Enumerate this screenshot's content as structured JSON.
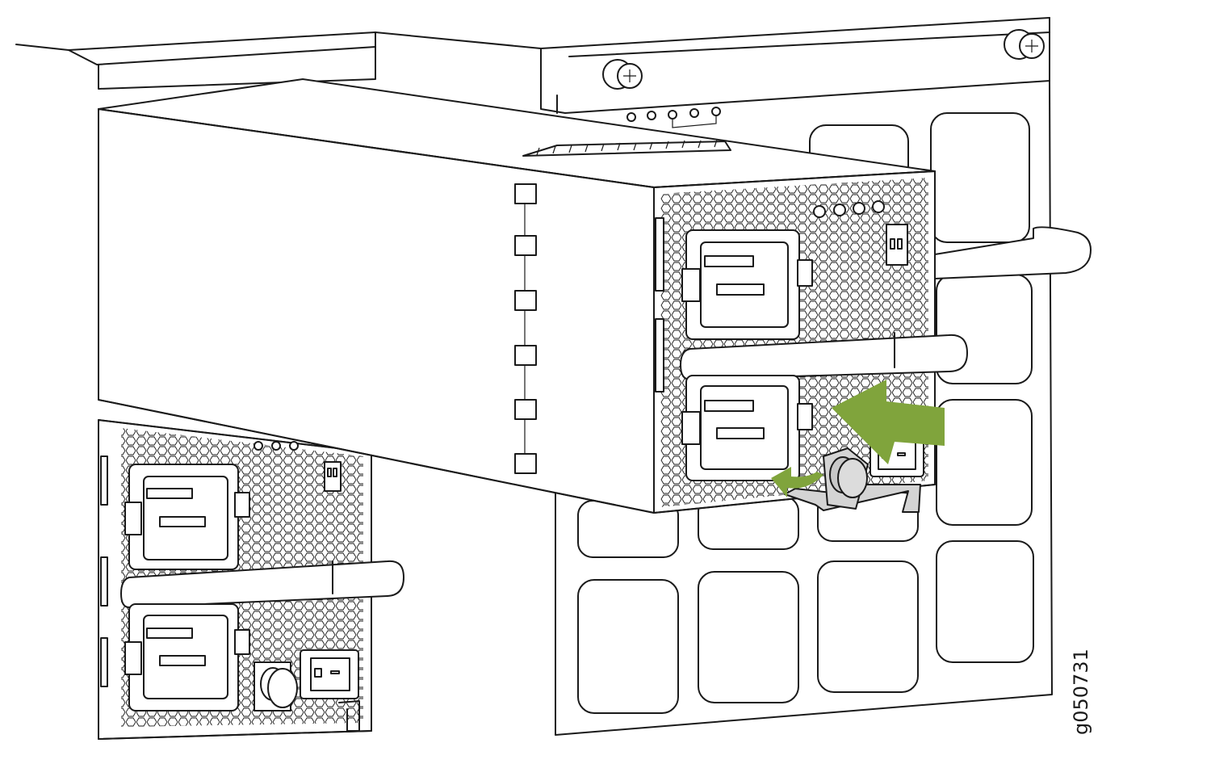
{
  "figure": {
    "id_label": "g050731"
  },
  "colors": {
    "line": "#1a1a1a",
    "arrow": "#80a43c",
    "latch": "#d4d4d4",
    "background": "#ffffff"
  },
  "icons": [
    "insert-arrow",
    "latch-rotate-arrow",
    "thumbscrew-icon",
    "power-switch-icon",
    "ac-inlet-icon"
  ]
}
